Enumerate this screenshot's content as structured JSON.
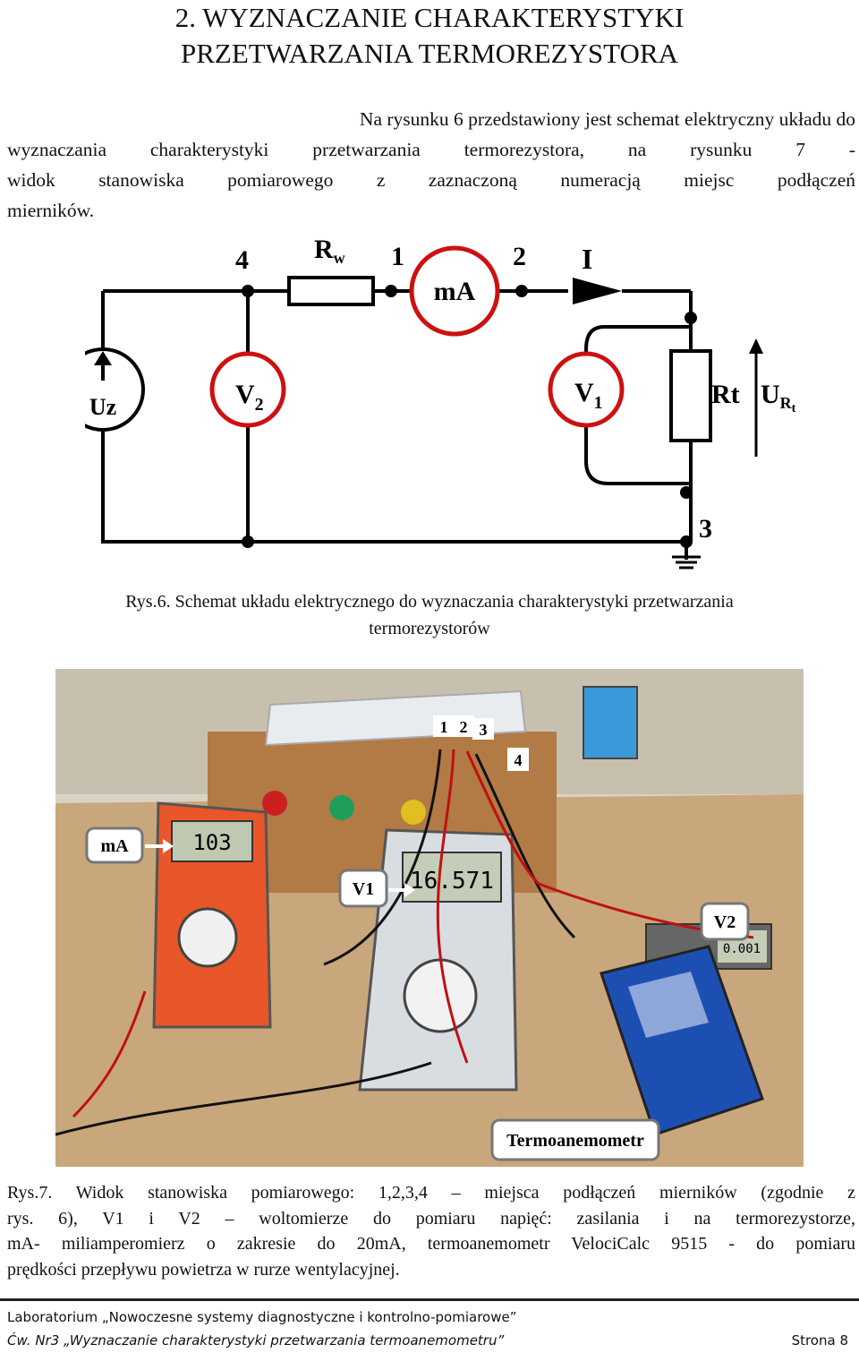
{
  "heading": {
    "line1": "2. WYZNACZANIE CHARAKTERYSTYKI",
    "line2": "PRZETWARZANIA TERMOREZYSTORA"
  },
  "intro": {
    "l1": "Na rysunku 6 przedstawiony jest schemat elektryczny układu do",
    "l2": "wyznaczania charakterystyki przetwarzania termorezystora, na rysunku 7 -",
    "l3": "widok stanowiska pomiarowego z zaznaczoną numeracją miejsc podłączeń",
    "l4": "mierników."
  },
  "schematic": {
    "node4": "4",
    "rw_main": "R",
    "rw_sub": "w",
    "node1": "1",
    "ma": "mA",
    "node2": "2",
    "current": "I",
    "source": "Uz",
    "v2_main": "V",
    "v2_sub": "2",
    "v1_main": "V",
    "v1_sub": "1",
    "rt": "Rt",
    "u_main": "U",
    "u_sub": "R",
    "u_subsub": "t",
    "node3": "3",
    "colors": {
      "wire": "#000000",
      "meter_ring": "#cc1111",
      "arrow": "#000000"
    }
  },
  "caption6": {
    "l1": "Rys.6. Schemat układu elektrycznego do wyznaczania charakterystyki przetwarzania",
    "l2": "termorezystorów"
  },
  "photo": {
    "labels": {
      "p1": "1",
      "p2": "2",
      "p3": "3",
      "p4": "4",
      "ma": "mA",
      "v1": "V1",
      "v2": "V2",
      "anemometer": "Termoanemometr"
    },
    "displays": {
      "orange_meter": "103",
      "grey_meter": "16.571",
      "small_meter": "0.001"
    },
    "colors": {
      "orange_meter": "#e8562a",
      "grey_meter": "#d8dde2",
      "blue_meter": "#1d4fb3",
      "table": "#c9a77c",
      "wall": "#d9d3c5"
    }
  },
  "caption7": {
    "l1": "Rys.7. Widok stanowiska pomiarowego: 1,2,3,4 – miejsca podłączeń mierników (zgodnie z",
    "l2": "rys. 6), V1 i V2 – woltomierze do pomiaru napięć: zasilania i na termorezystorze,",
    "l3": "mA- miliamperomierz o zakresie do 20mA, termoanemometr VelociCalc 9515 - do pomiaru",
    "l4": "prędkości przepływu powietrza w rurze wentylacyjnej."
  },
  "footer": {
    "line1": "Laboratorium „Nowoczesne systemy diagnostyczne i kontrolno-pomiarowe”",
    "line2": "Ćw. Nr3 „Wyznaczanie charakterystyki przetwarzania termoanemometru”",
    "page": "Strona 8"
  }
}
